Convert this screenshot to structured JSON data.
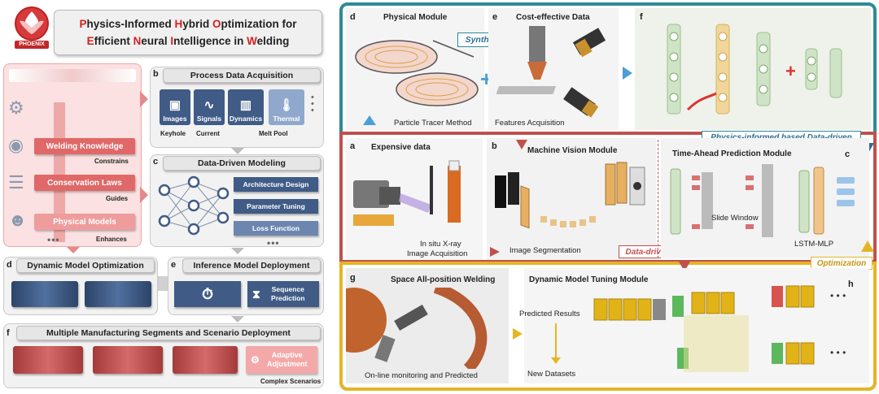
{
  "title": {
    "line1": [
      {
        "t": "P",
        "r": true
      },
      {
        "t": "hysics-Informed ",
        "r": false
      },
      {
        "t": "H",
        "r": true
      },
      {
        "t": "ybrid ",
        "r": false
      },
      {
        "t": "O",
        "r": true
      },
      {
        "t": "ptimization for",
        "r": false
      }
    ],
    "line2": [
      {
        "t": "E",
        "r": true
      },
      {
        "t": "fficient ",
        "r": false
      },
      {
        "t": "N",
        "r": true
      },
      {
        "t": "eural ",
        "r": false
      },
      {
        "t": "I",
        "r": true
      },
      {
        "t": "ntelligence in ",
        "r": false
      },
      {
        "t": "W",
        "r": true
      },
      {
        "t": "elding",
        "r": false
      }
    ],
    "logo_text": "PHOENIX"
  },
  "left": {
    "knowledge": {
      "items": [
        {
          "label": "Welding Knowledge",
          "sub": "Constrains"
        },
        {
          "label": "Conservation Laws",
          "sub": "Guides"
        },
        {
          "label": "Physical Models",
          "sub": "Enhances"
        }
      ],
      "more": "•••"
    },
    "b": {
      "letter": "b",
      "header": "Process Data Acquisition",
      "items": [
        {
          "label": "Images",
          "caption": "Keyhole"
        },
        {
          "label": "Signals",
          "caption": "Current"
        },
        {
          "label": "Dynamics",
          "caption": "Melt Pool"
        },
        {
          "label": "Thermal",
          "caption": ""
        }
      ]
    },
    "c": {
      "letter": "c",
      "header": "Data-Driven Modeling",
      "items": [
        "Architecture Design",
        "Parameter Tuning",
        "Loss Function"
      ],
      "more": "•••"
    },
    "d": {
      "letter": "d",
      "header": "Dynamic Model Optimization"
    },
    "e": {
      "letter": "e",
      "header": "Inference Model Deployment",
      "item": "Sequence Prediction"
    },
    "f": {
      "letter": "f",
      "header": "Multiple Manufacturing Segments and Scenario Deployment",
      "item": "Adaptive Adjustment",
      "caption": "Complex Scenarios"
    }
  },
  "right": {
    "d": {
      "letter": "d",
      "title": "Physical Module",
      "caption": "Particle Tracer Method"
    },
    "e": {
      "letter": "e",
      "title": "Cost-effective Data",
      "caption": "Features Acquisition"
    },
    "synthesize": "Synthesize",
    "f": {
      "letter": "f"
    },
    "physics_label": "Physics-informed based Data-driven",
    "a": {
      "letter": "a",
      "title": "Expensive data",
      "caption1": "In situ X-ray",
      "caption2": "Image Acquisition"
    },
    "b": {
      "letter": "b",
      "title": "Machine Vision Module",
      "caption": "Image Segmentation"
    },
    "data_driven": "Data-driven",
    "c": {
      "letter": "c",
      "title": "Time-Ahead Prediction Module",
      "slide": "Slide Window",
      "lstm": "LSTM-MLP"
    },
    "optimization": "Optimization",
    "g": {
      "letter": "g",
      "title": "Space All-position Welding",
      "caption": "On-line monitoring and Predicted"
    },
    "h": {
      "letter": "h",
      "title": "Dynamic Model Tuning Module",
      "predicted": "Predicted Results",
      "datasets": "New Datasets"
    }
  }
}
